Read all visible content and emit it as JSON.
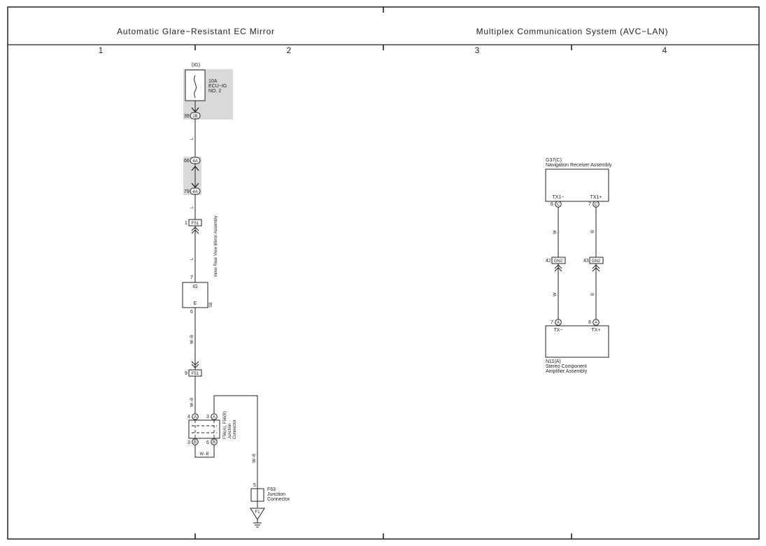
{
  "header": {
    "left_title": "Automatic Glare−Resistant EC Mirror",
    "right_title": "Multiplex Communication System (AVC−LAN)"
  },
  "columns": [
    "1",
    "2",
    "3",
    "4"
  ],
  "fuse": {
    "supply": "(IG)",
    "rating": "10A",
    "name_1": "ECU−IG",
    "name_2": "NO. 2",
    "pin_num": "39",
    "pin_code": "2B"
  },
  "wire_colors": {
    "l": "L",
    "wb": "W−B",
    "w": "W",
    "b": "B"
  },
  "junction_4a": {
    "top_num": "66",
    "bottom_num": "79",
    "code": "4A"
  },
  "connector_f51": {
    "code": "F51",
    "top_num": "1",
    "bottom_num": "9"
  },
  "mirror": {
    "code": "S8",
    "name": "Inner Rear View Mirror Assembly",
    "pin_ig_num": "7",
    "pin_ig": "IG",
    "pin_e_num": "6",
    "pin_e": "E"
  },
  "junction_f56": {
    "label": "F56(A), F56(B)",
    "name_1": "Junction",
    "name_2": "Connector",
    "pins_top": [
      {
        "num": "4",
        "code": "A"
      },
      {
        "num": "3",
        "code": "A"
      }
    ],
    "pins_bottom": [
      {
        "num": "3",
        "code": "B"
      },
      {
        "num": "6",
        "code": "B"
      }
    ]
  },
  "junction_f63": {
    "pin_num": "5",
    "code": "F63",
    "name_1": "Junction",
    "name_2": "Connector",
    "ground": "F1"
  },
  "nav_receiver": {
    "code": "G37(C)",
    "name": "Navigation Receiver Assembly",
    "left_pin_label": "TX1−",
    "right_pin_label": "TX1+",
    "left_pin_num": "6",
    "right_pin_num": "7",
    "pin_code": "C"
  },
  "connector_gn2": {
    "code": "GN2",
    "left_num": "42",
    "right_num": "43"
  },
  "amplifier": {
    "code": "N11(A)",
    "name_1": "Stereo Component",
    "name_2": "Amplifier Assembly",
    "left_pin_label": "TX−",
    "right_pin_label": "TX+",
    "left_pin_num": "7",
    "right_pin_num": "8",
    "pin_code": "A"
  }
}
